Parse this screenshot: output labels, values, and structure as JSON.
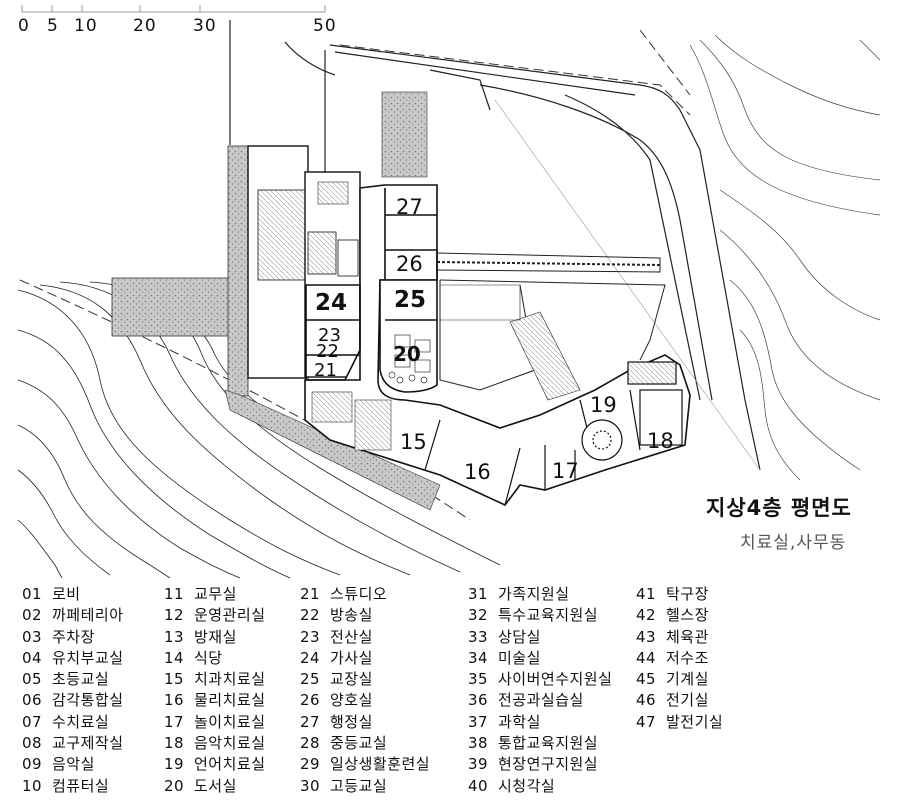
{
  "scale_bar": {
    "labels": [
      "0",
      "5",
      "10",
      "20",
      "30",
      "50"
    ]
  },
  "title": {
    "main": "지상4층  평면도",
    "sub": "치료실,사무동"
  },
  "rooms_on_plan": [
    "27",
    "26",
    "24",
    "25",
    "23",
    "22",
    "20",
    "21",
    "15",
    "16",
    "17",
    "19",
    "18"
  ],
  "legend": {
    "columns": [
      [
        {
          "num": "01",
          "name": "로비"
        },
        {
          "num": "02",
          "name": "까페테리아"
        },
        {
          "num": "03",
          "name": "주차장"
        },
        {
          "num": "04",
          "name": "유치부교실"
        },
        {
          "num": "05",
          "name": "초등교실"
        },
        {
          "num": "06",
          "name": "감각통합실"
        },
        {
          "num": "07",
          "name": "수치료실"
        },
        {
          "num": "08",
          "name": "교구제작실"
        },
        {
          "num": "09",
          "name": "음악실"
        },
        {
          "num": "10",
          "name": "컴퓨터실"
        }
      ],
      [
        {
          "num": "11",
          "name": "교무실"
        },
        {
          "num": "12",
          "name": "운영관리실"
        },
        {
          "num": "13",
          "name": "방재실"
        },
        {
          "num": "14",
          "name": "식당"
        },
        {
          "num": "15",
          "name": "치과치료실"
        },
        {
          "num": "16",
          "name": "물리치료실"
        },
        {
          "num": "17",
          "name": "놀이치료실"
        },
        {
          "num": "18",
          "name": "음악치료실"
        },
        {
          "num": "19",
          "name": "언어치료실"
        },
        {
          "num": "20",
          "name": "도서실"
        }
      ],
      [
        {
          "num": "21",
          "name": "스튜디오"
        },
        {
          "num": "22",
          "name": "방송실"
        },
        {
          "num": "23",
          "name": "전산실"
        },
        {
          "num": "24",
          "name": "가사실"
        },
        {
          "num": "25",
          "name": "교장실"
        },
        {
          "num": "26",
          "name": "양호실"
        },
        {
          "num": "27",
          "name": "행정실"
        },
        {
          "num": "28",
          "name": "중등교실"
        },
        {
          "num": "29",
          "name": "일상생활훈련실"
        },
        {
          "num": "30",
          "name": "고등교실"
        }
      ],
      [
        {
          "num": "31",
          "name": "가족지원실"
        },
        {
          "num": "32",
          "name": "특수교육지원실"
        },
        {
          "num": "33",
          "name": "상담실"
        },
        {
          "num": "34",
          "name": "미술실"
        },
        {
          "num": "35",
          "name": "사이버연수지원실"
        },
        {
          "num": "36",
          "name": "전공과실습실"
        },
        {
          "num": "37",
          "name": "과학실"
        },
        {
          "num": "38",
          "name": "통합교육지원실"
        },
        {
          "num": "39",
          "name": "현장연구지원실"
        },
        {
          "num": "40",
          "name": "시청각실"
        }
      ],
      [
        {
          "num": "41",
          "name": "탁구장"
        },
        {
          "num": "42",
          "name": "헬스장"
        },
        {
          "num": "43",
          "name": "체육관"
        },
        {
          "num": "44",
          "name": "저수조"
        },
        {
          "num": "45",
          "name": "기계실"
        },
        {
          "num": "46",
          "name": "전기실"
        },
        {
          "num": "47",
          "name": "발전기실"
        }
      ]
    ]
  }
}
